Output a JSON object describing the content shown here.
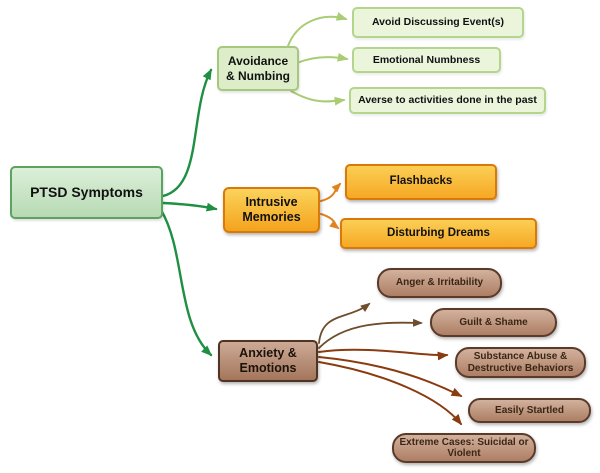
{
  "diagram": {
    "title": "PTSD Symptoms mind map",
    "root": {
      "label": "PTSD Symptoms"
    },
    "branches": {
      "avoidance": {
        "label": "Avoidance & Numbing",
        "children": [
          {
            "label": "Avoid Discussing Event(s)"
          },
          {
            "label": "Emotional Numbness"
          },
          {
            "label": "Averse to activities done in the past"
          }
        ]
      },
      "intrusive": {
        "label": "Intrusive Memories",
        "children": [
          {
            "label": "Flashbacks"
          },
          {
            "label": "Disturbing Dreams"
          }
        ]
      },
      "anxiety": {
        "label": "Anxiety & Emotions",
        "children": [
          {
            "label": "Anger & Irritability"
          },
          {
            "label": "Guilt & Shame"
          },
          {
            "label": "Substance Abuse & Destructive Behaviors"
          },
          {
            "label": "Easily Startled"
          },
          {
            "label": "Extreme Cases: Suicidal or Violent"
          }
        ]
      }
    },
    "colors": {
      "root_fill": "#dcefd9",
      "root_border": "#5ba263",
      "avoidance_fill": "#ddedc9",
      "avoidance_border": "#a6c87e",
      "green_child_fill": "#eaf5dc",
      "green_child_border": "#b4d68c",
      "orange_fill_top": "#fbd35c",
      "orange_fill_bottom": "#f4a31c",
      "orange_border": "#d8790a",
      "brown_fill_top": "#d2b19d",
      "brown_fill_bottom": "#ad7e64",
      "brown_border": "#5a3a28",
      "arrow_dark_green": "#1f8f44",
      "arrow_light_green": "#a9cc74",
      "arrow_orange": "#e2821f",
      "arrow_brown": "#6f4d2b",
      "arrow_rust": "#8a3c10"
    }
  }
}
